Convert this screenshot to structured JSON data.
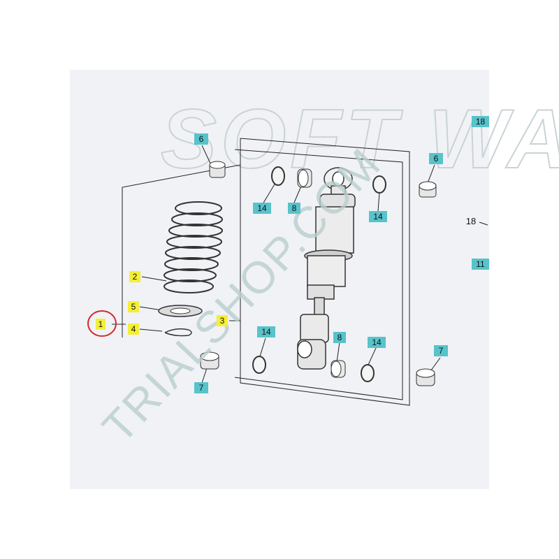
{
  "watermark": {
    "top_text": "SOFT WAY",
    "diagonal_text": "TRIALSHOP.COM"
  },
  "colors": {
    "yellow_tag": "#f4ef35",
    "cyan_tag": "#57c3cb",
    "highlight_circle": "#d22a2a",
    "watermark": "#b9cfcd"
  },
  "labels": {
    "l1": "1",
    "l2": "2",
    "l3": "3",
    "l4": "4",
    "l5": "5",
    "l6": "6",
    "l6b": "6",
    "l7a": "7",
    "l7b": "7",
    "l8a": "8",
    "l8b": "8",
    "l11": "11",
    "l14a": "14",
    "l14b": "14",
    "l14c": "14",
    "l14d": "14",
    "l18a": "18",
    "l18b": "18"
  },
  "highlighted_label": "1"
}
